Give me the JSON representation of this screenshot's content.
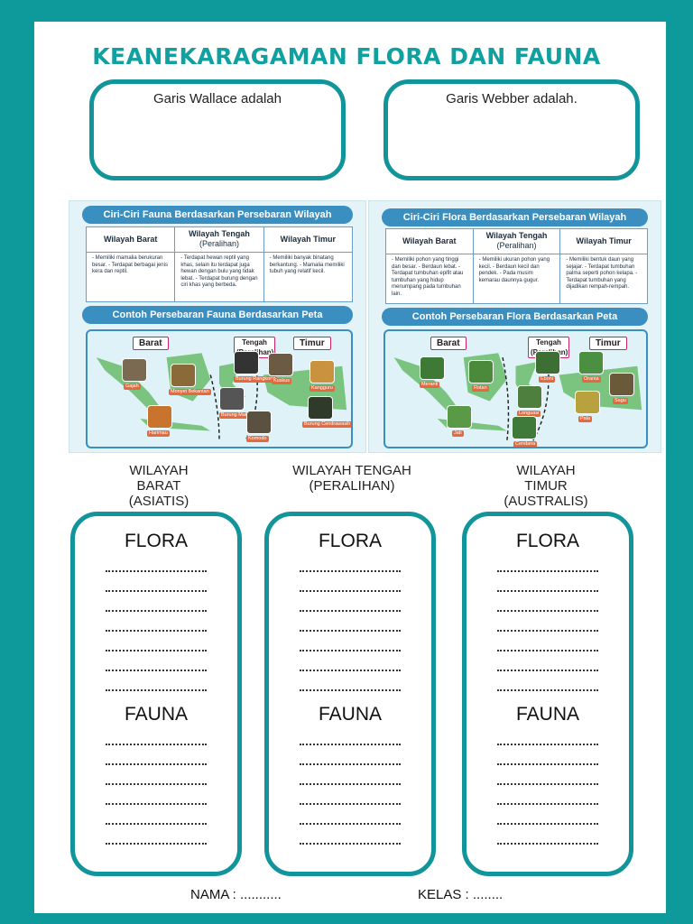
{
  "title": "KEANEKARAGAMAN FLORA DAN FAUNA",
  "definitions": [
    {
      "label": "Garis Wallace adalah"
    },
    {
      "label": "Garis Webber adalah."
    }
  ],
  "info_panels": [
    {
      "table_title": "Ciri-Ciri Fauna Berdasarkan Persebaran Wilayah",
      "columns": [
        {
          "head": "Wilayah Barat",
          "sub": "",
          "text": "- Memiliki mamalia berukuran besar. - Terdapat berbagai jenis kera dan reptil."
        },
        {
          "head": "Wilayah Tengah",
          "sub": "(Peralihan)",
          "text": "- Terdapat hewan reptil yang khas, selain itu terdapat juga hewan dengan bulu yang tidak lebat. - Terdapat burung dengan ciri khas yang berbeda."
        },
        {
          "head": "Wilayah Timur",
          "sub": "",
          "text": "- Memiliki banyak binatang berkantung. - Mamalia memiliki tubuh yang relatif kecil."
        }
      ],
      "map_title": "Contoh Persebaran Fauna Berdasarkan Peta",
      "regions": [
        "Barat",
        "Tengah (Peralihan)",
        "Timur"
      ],
      "tags": [
        "Gajah",
        "Monyet Bekantan",
        "Harimau",
        "Burung Rangkong",
        "Burung Maleo",
        "Kuskus",
        "Komodo",
        "Kangguru",
        "Burung Cendrawasih"
      ]
    },
    {
      "table_title": "Ciri-Ciri Flora Berdasarkan Persebaran Wilayah",
      "columns": [
        {
          "head": "Wilayah Barat",
          "sub": "",
          "text": "- Memiliki pohon yang tinggi dan besar. - Berdaun lebat. - Terdapat tumbuhan epifit atau tumbuhan yang hidup menumpang pada tumbuhan lain."
        },
        {
          "head": "Wilayah Tengah",
          "sub": "(Peralihan)",
          "text": "- Memiliki ukuran pohon yang kecil. - Berdaun kecil dan pendek. - Pada musim kemarau daunnya gugur."
        },
        {
          "head": "Wilayah Timur",
          "sub": "",
          "text": "- Memiliki bentuk daun yang sejajar. - Terdapat tumbuhan palma seperti pohon kelapa. - Terdapat tumbuhan yang dijadikan rempah-rempah."
        }
      ],
      "map_title": "Contoh Persebaran Flora Berdasarkan Peta",
      "regions": [
        "Barat",
        "Tengah (Peralihan)",
        "Timur"
      ],
      "tags": [
        "Meranti",
        "Rotan",
        "Jati",
        "Eboni",
        "Longuasi",
        "Cendana",
        "Orania",
        "Pala",
        "Sagu"
      ]
    }
  ],
  "region_headers": [
    {
      "line1": "WILAYAH",
      "line2": "BARAT",
      "line3": "(ASIATIS)"
    },
    {
      "line1": "WILAYAH TENGAH",
      "line2": "(PERALIHAN)",
      "line3": ""
    },
    {
      "line1": "WILAYAH",
      "line2": "TIMUR",
      "line3": "(AUSTRALIS)"
    }
  ],
  "section_labels": {
    "flora": "FLORA",
    "fauna": "FAUNA"
  },
  "footer": {
    "nama": "NAMA : ...........",
    "kelas": "KELAS : ........"
  },
  "colors": {
    "background": "#0e9a9a",
    "accent": "#11a0a0",
    "panel_header": "#3a8ec0"
  }
}
